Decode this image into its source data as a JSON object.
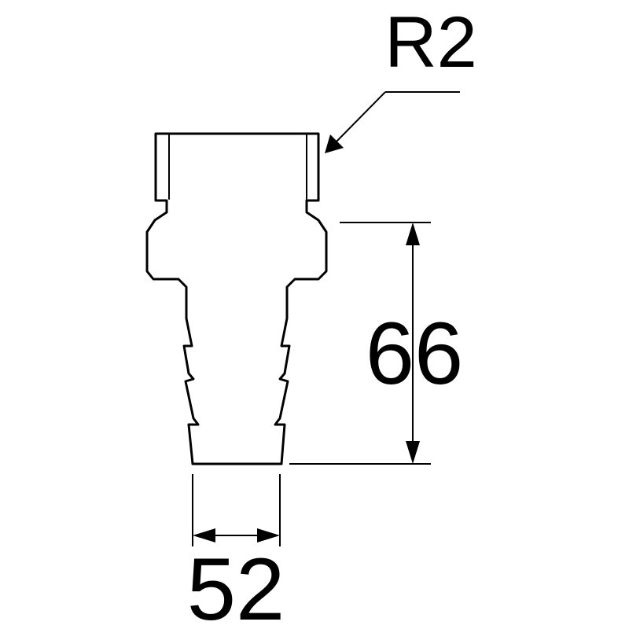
{
  "diagram": {
    "thread_label": "R2",
    "height_label": "66",
    "width_label": "52",
    "stroke_color": "#000000",
    "background_color": "#ffffff"
  }
}
